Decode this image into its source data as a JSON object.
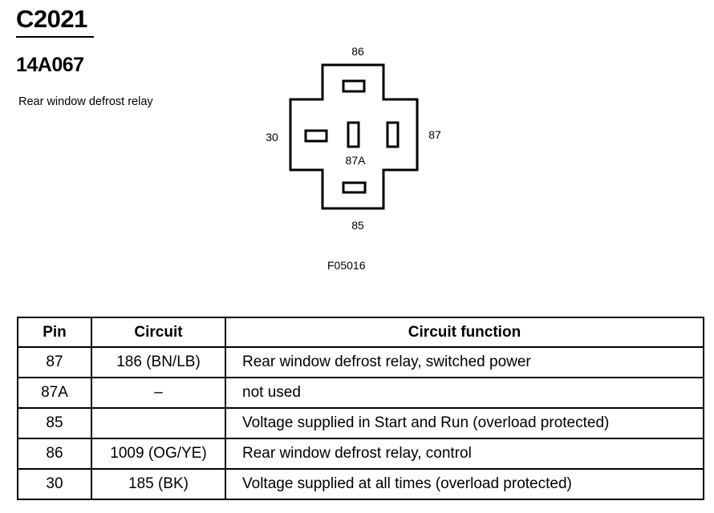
{
  "header": {
    "connector_id": "C2021",
    "part_number": "14A067",
    "description": "Rear window defrost relay"
  },
  "diagram": {
    "pins": {
      "top": "86",
      "left": "30",
      "right": "87",
      "center": "87A",
      "bottom": "85"
    },
    "figure_ref": "F05016"
  },
  "table": {
    "headers": [
      "Pin",
      "Circuit",
      "Circuit function"
    ],
    "rows": [
      {
        "pin": "87",
        "circuit": "186 (BN/LB)",
        "function": "Rear window defrost relay, switched power"
      },
      {
        "pin": "87A",
        "circuit": "–",
        "function": "not used"
      },
      {
        "pin": "85",
        "circuit": "",
        "function": "Voltage supplied in Start and Run (overload protected)"
      },
      {
        "pin": "86",
        "circuit": "1009 (OG/YE)",
        "function": "Rear window defrost relay, control"
      },
      {
        "pin": "30",
        "circuit": "185 (BK)",
        "function": "Voltage supplied at all times (overload protected)"
      }
    ]
  }
}
